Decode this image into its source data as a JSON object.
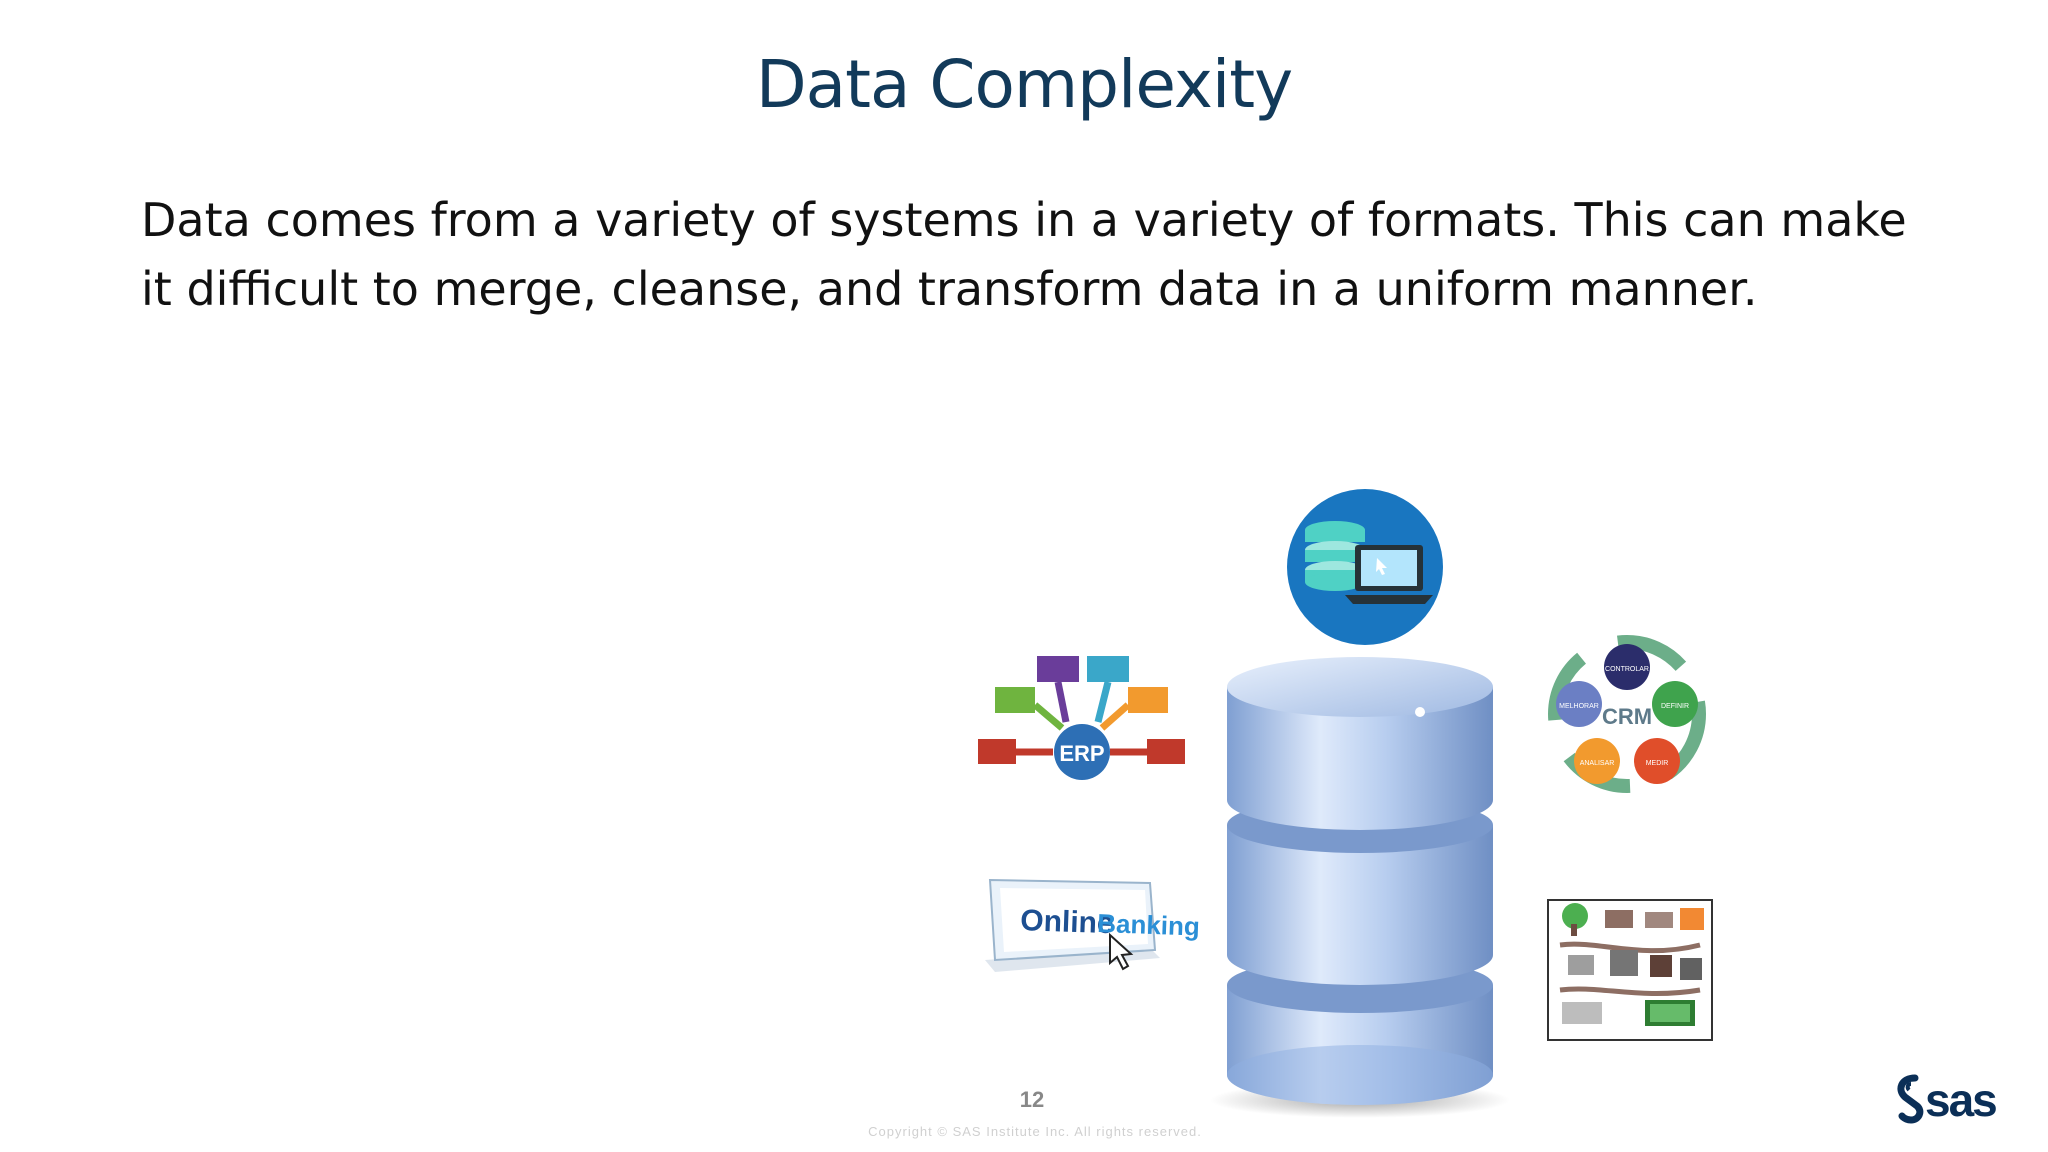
{
  "slide": {
    "title": "Data Complexity",
    "body_lines": [
      "Data comes from a variety of systems in a variety of formats. This can make",
      "it difficult to merge, cleanse, and transform data in a uniform manner."
    ],
    "page_number": "12",
    "copyright": "Copyright © SAS Institute Inc. All rights reserved."
  },
  "graphics": {
    "erp": {
      "label": "ERP"
    },
    "crm": {
      "label": "CRM",
      "steps": [
        "CONTROLAR",
        "DEFINIR",
        "MEDIR",
        "ANALISAR",
        "MELHORAR"
      ]
    },
    "online_banking": {
      "word1": "Online",
      "word2": "Banking"
    },
    "logo": {
      "text": "sas"
    }
  },
  "colors": {
    "title": "#123a5a",
    "cylinder": "#a9c4ea",
    "badge": "#1976c0",
    "erp_circle": "#2d6fb5",
    "crm_text": "#5e7a8a"
  }
}
